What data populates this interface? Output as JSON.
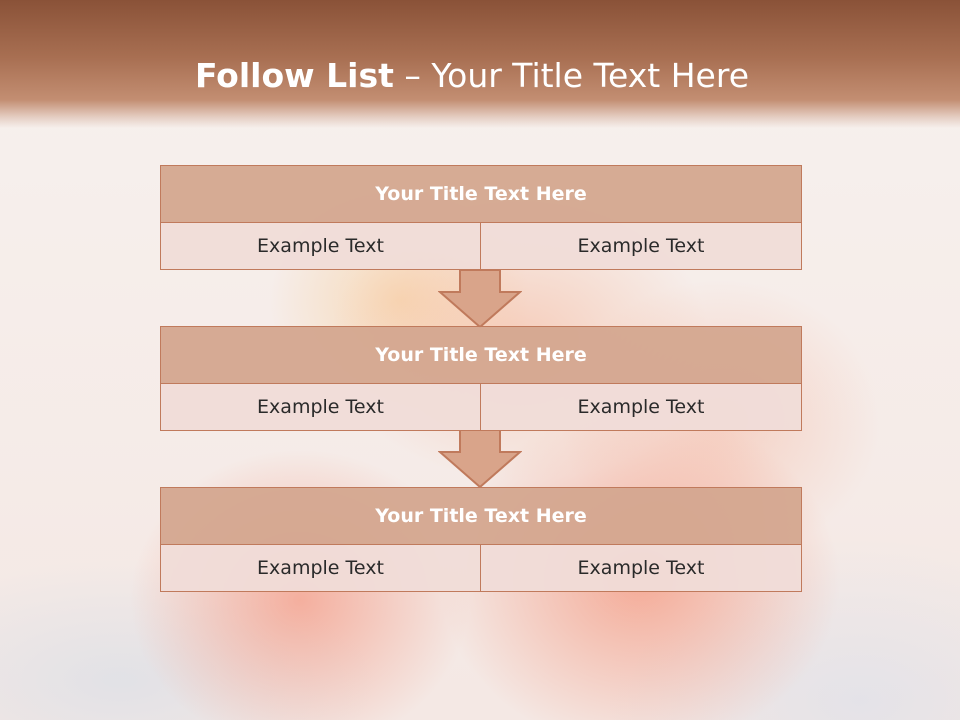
{
  "slide": {
    "title_bold": "Follow List",
    "title_separator": " – ",
    "title_rest": "Your Title Text Here"
  },
  "colors": {
    "header": "#a86f52",
    "block_title_fill": "#d4a78f",
    "block_cell_fill": "#f0dcd8",
    "border": "#c07a5c",
    "arrow_fill": "#d9a48a"
  },
  "blocks": [
    {
      "title": "Your Title Text Here",
      "cells": [
        "Example Text",
        "Example Text"
      ]
    },
    {
      "title": "Your Title Text Here",
      "cells": [
        "Example Text",
        "Example Text"
      ]
    },
    {
      "title": "Your Title Text Here",
      "cells": [
        "Example Text",
        "Example Text"
      ]
    }
  ],
  "connectors": [
    "down-arrow-icon",
    "down-arrow-icon"
  ]
}
